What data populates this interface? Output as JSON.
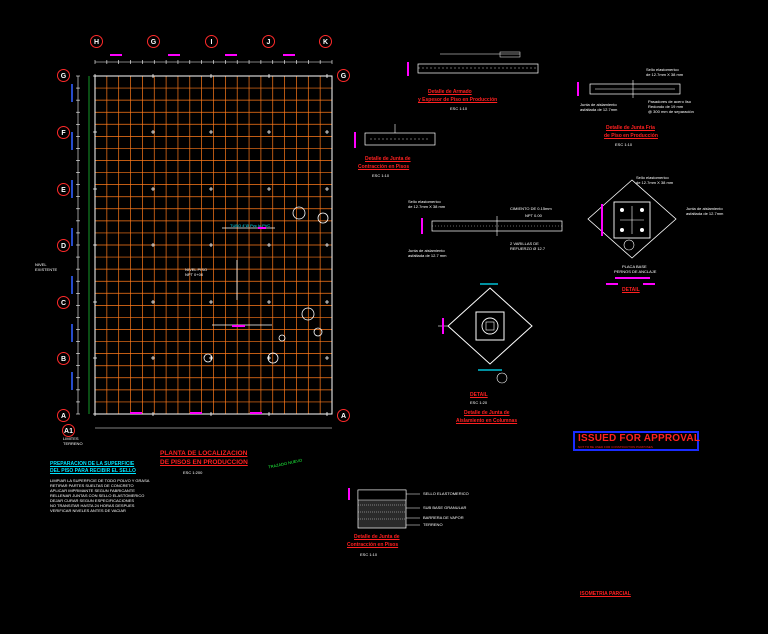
{
  "grid": {
    "columns": [
      "H",
      "G",
      "I",
      "J",
      "K"
    ],
    "rows": [
      "G",
      "F",
      "E",
      "D",
      "C",
      "B",
      "A"
    ],
    "axis_corner": "A1"
  },
  "plan": {
    "title_line1": "PLANTA DE LOCALIZACION",
    "title_line2": "DE PISOS EN PRODUCCION",
    "scale": "ESC 1:200",
    "note_label": "TUBO 4\"Ø Pvc Ic.PVC",
    "left_label_1": "NIVEL",
    "left_label_2": "EXISTENTE",
    "bottom_left_label_1": "LIMITES",
    "bottom_left_label_2": "TERRENO",
    "green_label": "TRAZADO NUEVO",
    "inner_label_1": "NIVEL PISO",
    "inner_label_2": "NPT 0+00"
  },
  "notes": {
    "heading_line1": "PREPARACION DE LA SUPERFICIE",
    "heading_line2": "DEL PISO PARA RECIBIR EL SELLO",
    "lines": [
      "LIMPIAR LA SUPERFICIE DE TODO POLVO Y GRASA",
      "RETIRAR PARTES SUELTAS DE CONCRETO",
      "APLICAR IMPRIMANTE SEGUN FABRICANTE",
      "RELLENAR JUNTAS CON SELLO ELASTOMERICO",
      "DEJAR CURAR SEGUN ESPECIFICACIONES",
      "NO TRANSITAR HASTA 24 HORAS DESPUES",
      "VERIFICAR NIVELES ANTES DE VACIAR"
    ]
  },
  "details": {
    "armado": {
      "title_line1": "Detalle de Armado",
      "title_line2": "y Espesor de Piso en Producción",
      "scale": "ESC 1:10"
    },
    "junta_fria": {
      "title_line1": "Detalle de Junta Fria",
      "title_line2": "de Piso en Producción",
      "scale": "ESC 1:10",
      "label_sello": "Sello elastomerico",
      "label_sello_2": "de 12.7mm X 38 mm",
      "label_junta": "Junta de aislamiento",
      "label_junta_2": "asfaltada de 12.7mm",
      "label_pasador": "Pasadores de acero liso",
      "label_pasador_2": "Redondo de 19 mm",
      "label_pasador_3": "@ 300 mm de separación"
    },
    "contraccion_top": {
      "title_line1": "Detalle de Junta de",
      "title_line2": "Contracción en Pisos",
      "scale": "ESC 1:10"
    },
    "section_mid": {
      "label_sello": "Sello elastomerico",
      "label_sello_2": "de 12.7mm X 38 mm",
      "label_junta": "Junta de aislamiento",
      "label_junta_2": "asfaltada de 12.7 mm",
      "label_right_1": "CIMIENTO DE 0.15mm",
      "label_right_2": "NPT 0.00",
      "label_right_3": "2 VARILLAS DE",
      "label_right_4": "REFUERZO Ø 12.7"
    },
    "placa_base": {
      "label_sello": "Sello elastomerico",
      "label_sello_2": "de 12.7mm X 38 mm",
      "label_junta": "Junta de aislamiento",
      "label_junta_2": "asfaltada de 12.7mm",
      "caption_1": "PLACA BASE",
      "caption_2": "PERNOS DE ANCLAJE",
      "detail_label": "DETAIL"
    },
    "aislamiento": {
      "title_line1": "Detalle de Junta de",
      "title_line2": "Aislamiento en Columnas",
      "scale": "ESC 1:20",
      "detail_label": "DETAIL"
    },
    "contraccion_bottom": {
      "title_line1": "Detalle de Junta de",
      "title_line2": "Contracción en Pisos",
      "scale": "ESC 1:10",
      "label_1": "SELLO ELASTOMERICO",
      "label_2": "SUB BASE GRANULAR",
      "label_3": "BARRERA DE VAPOR",
      "label_4": "TERRENO"
    }
  },
  "stamp": {
    "text": "ISSUED FOR APPROVAL",
    "subtext": "NOT TO BE USED FOR CONSTRUCTION PURPOSES"
  },
  "footer": {
    "label": "ISOMETRIA PARCIAL"
  },
  "colors": {
    "grid_orange": "#ff7a1a",
    "border_white": "#ffffff",
    "title_red": "#ff2020",
    "dim_magenta": "#ff00ff",
    "bubble_red": "#ff2a2a",
    "stamp_blue": "#1a2cff"
  }
}
